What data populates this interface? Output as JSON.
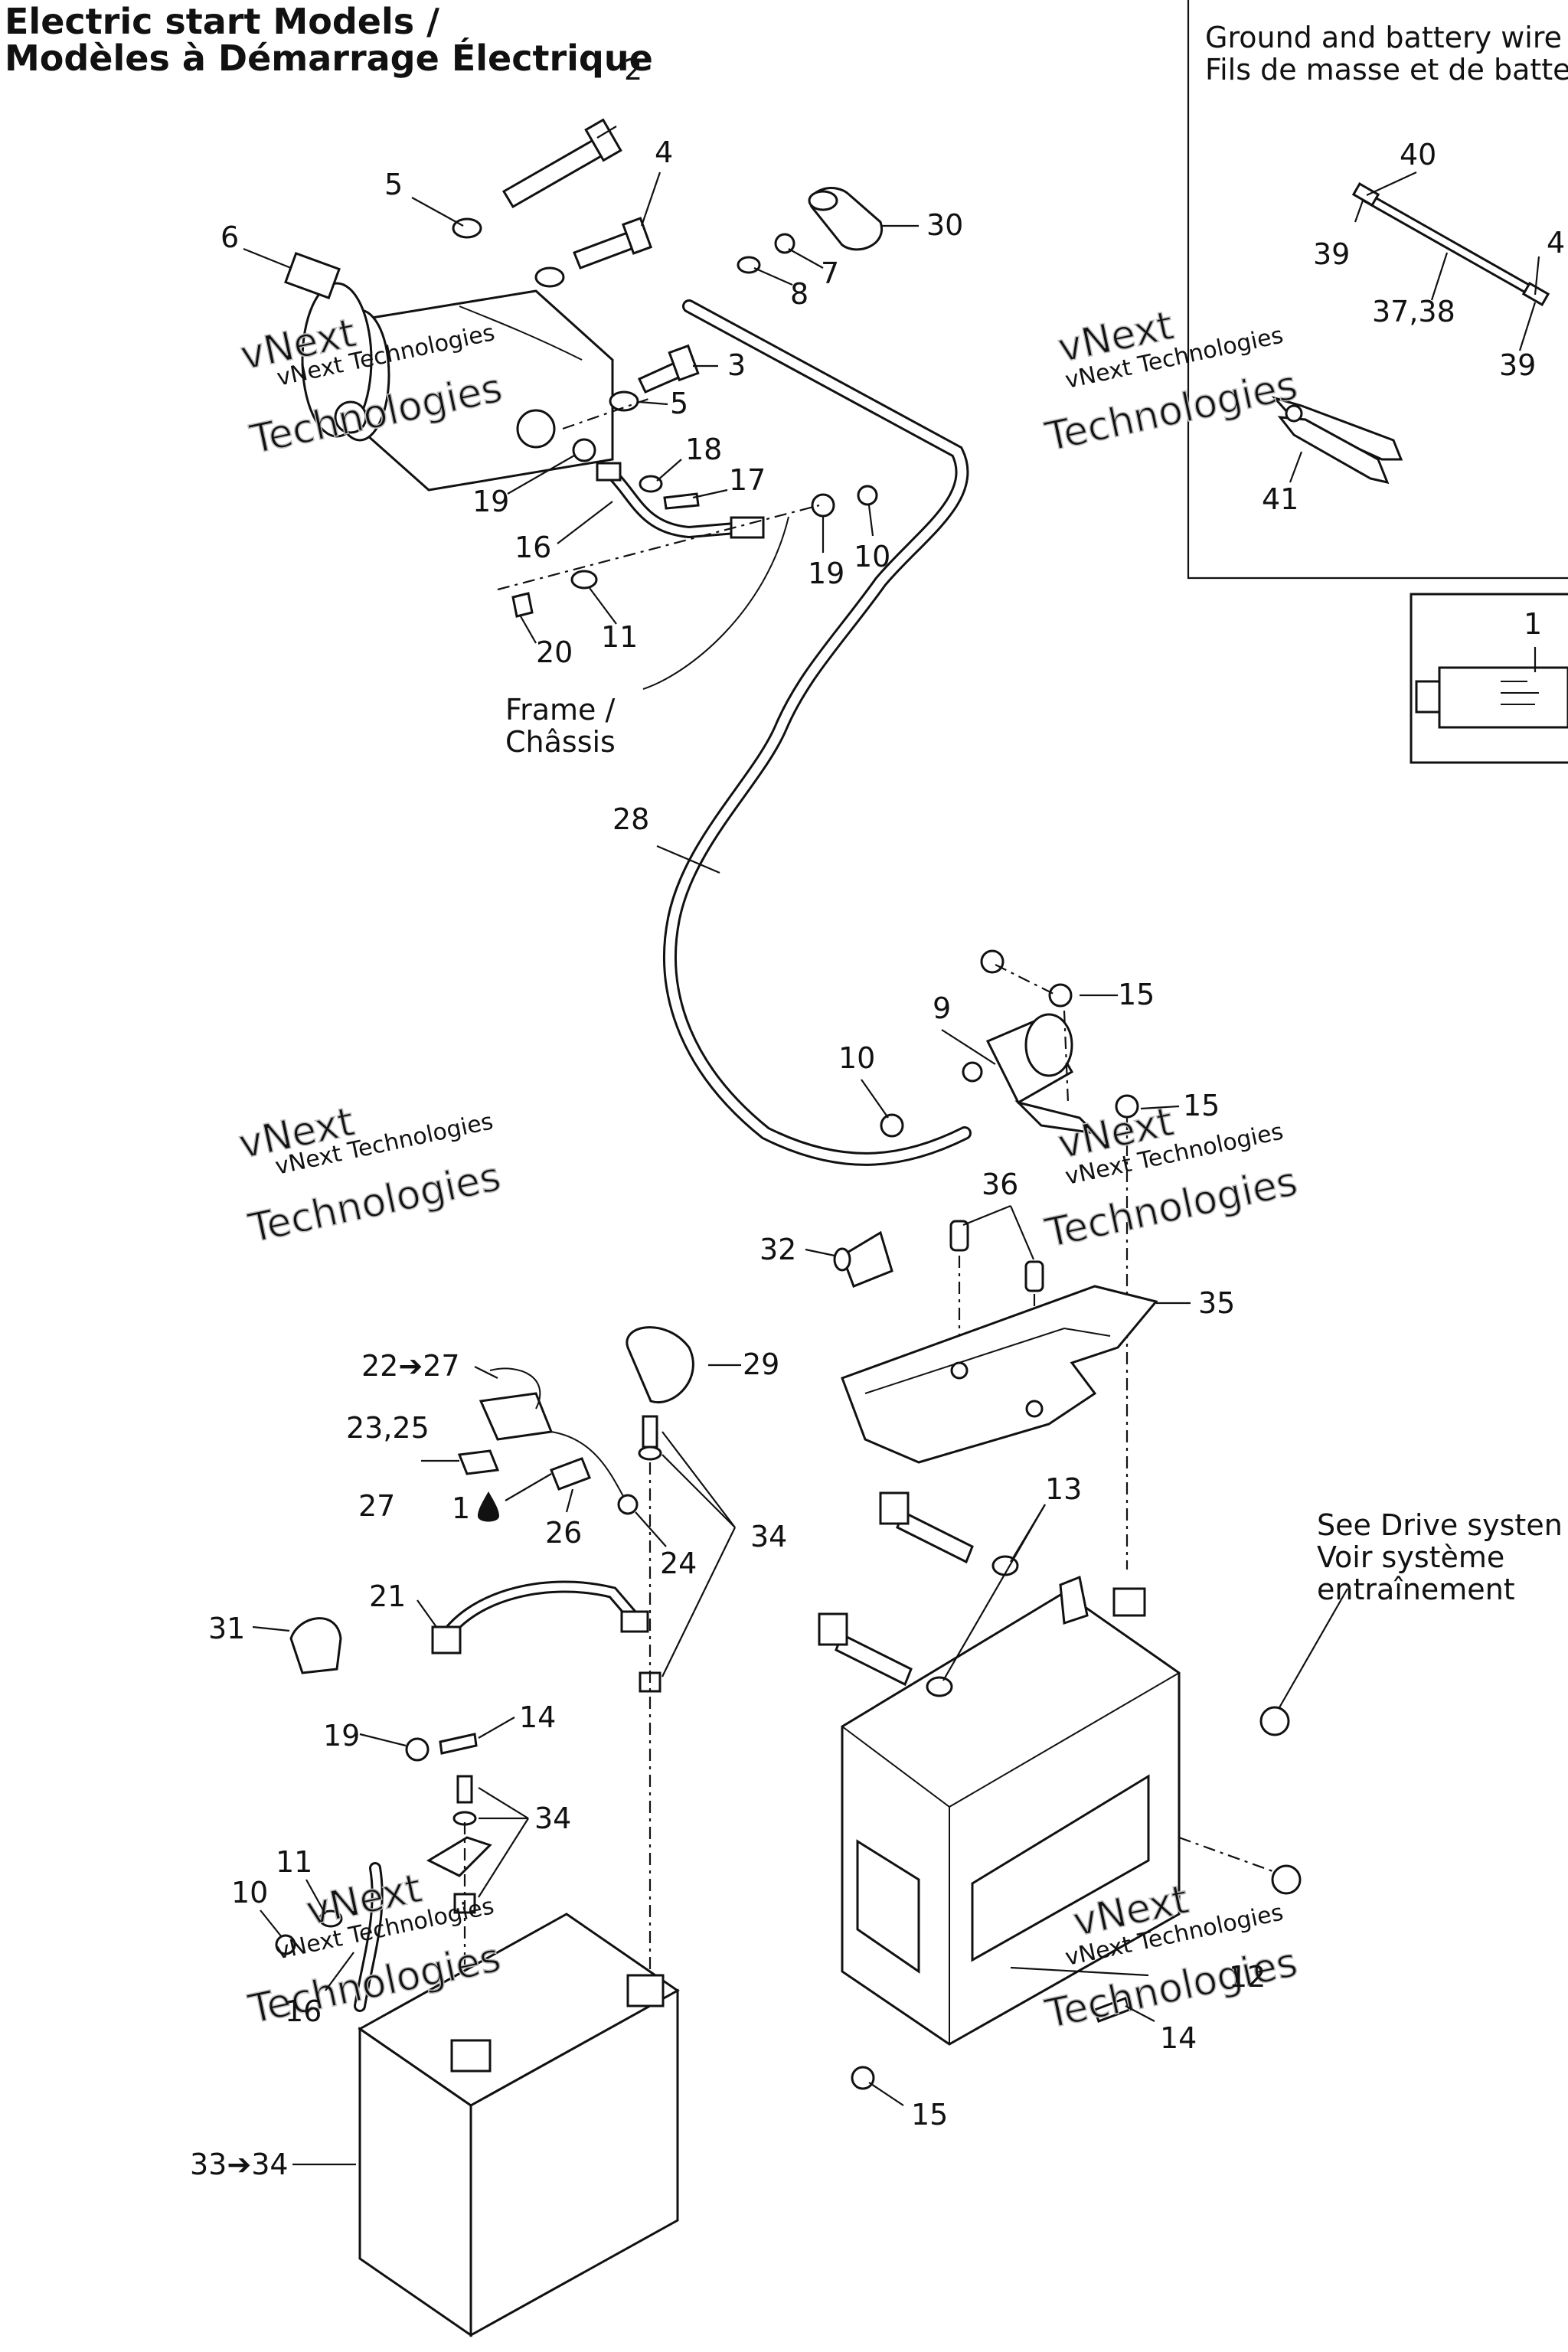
{
  "title": {
    "line1": "Electric start Models /",
    "line2": "Modèles à Démarrage Électrique"
  },
  "inset_ground": {
    "line1": "Ground and battery wire",
    "line2": "Fils de masse et de batte"
  },
  "frame_note": {
    "line1": "Frame /",
    "line2": "Châssis"
  },
  "drive_note": {
    "line1": "See Drive systen",
    "line2": "Voir système",
    "line3": "entraînement"
  },
  "watermark": {
    "line1": "vNext Technologies",
    "line2": "Technologies",
    "line3": "vNext"
  },
  "callouts": {
    "c2": "2",
    "c4": "4",
    "c5a": "5",
    "c6": "6",
    "c30": "30",
    "c7": "7",
    "c8": "8",
    "c3": "3",
    "c5b": "5",
    "c18": "18",
    "c17": "17",
    "c19a": "19",
    "c16a": "16",
    "c19b": "19",
    "c10a": "10",
    "c20": "20",
    "c11a": "11",
    "c28": "28",
    "c40": "40",
    "c39a": "39",
    "c4b": "4",
    "c3738": "37,38",
    "c39b": "39",
    "c41": "41",
    "c1": "1",
    "c9": "9",
    "c15a": "15",
    "c10b": "10",
    "c15b": "15",
    "c36": "36",
    "c32": "32",
    "c35": "35",
    "c2227": "22➔27",
    "c29": "29",
    "c2325": "23,25",
    "c27": "27",
    "c1drop": "1",
    "c26": "26",
    "c24": "24",
    "c34a": "34",
    "c13": "13",
    "c21": "21",
    "c31": "31",
    "c19c": "19",
    "c14a": "14",
    "c34b": "34",
    "c11b": "11",
    "c10c": "10",
    "c16b": "16",
    "c12": "12",
    "c14b": "14",
    "c15c": "15",
    "c3334": "33➔34"
  },
  "icons": {
    "oil_drop": "oil-drop-icon"
  }
}
